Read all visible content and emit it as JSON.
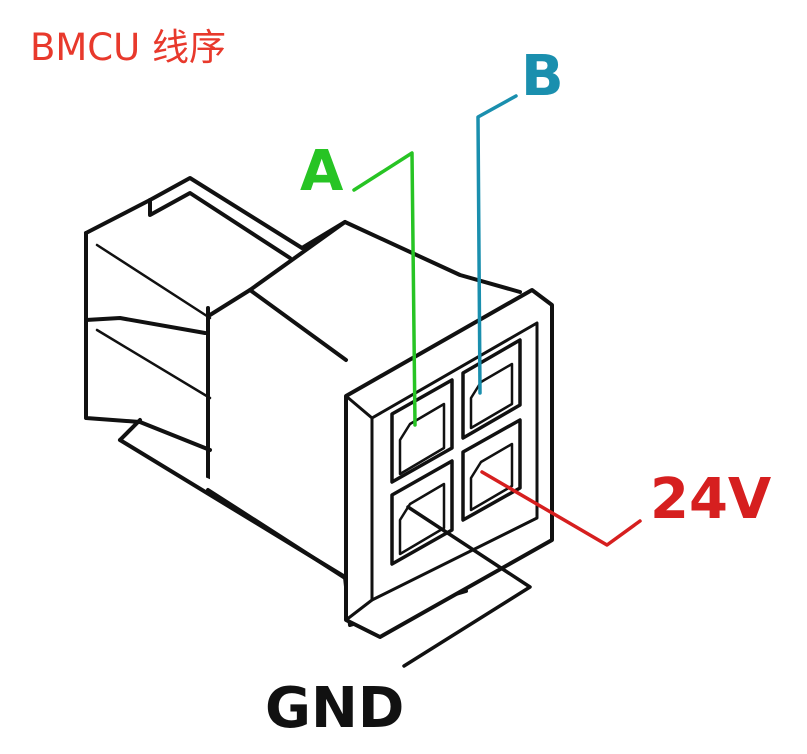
{
  "title": "BMCU 线序",
  "colors": {
    "title": "#e8392c",
    "A": "#27c424",
    "B": "#1a8fae",
    "24V": "#d61f1f",
    "GND": "#111111",
    "outline": "#111111"
  },
  "labels": {
    "A": "A",
    "B": "B",
    "v24": "24V",
    "gnd": "GND"
  }
}
